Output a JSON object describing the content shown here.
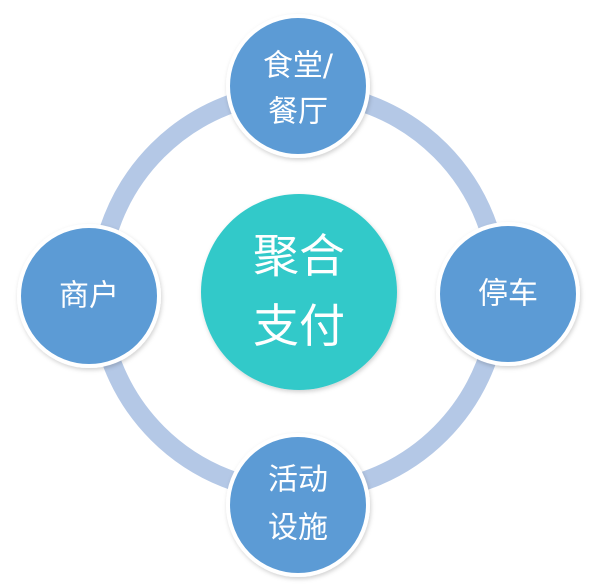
{
  "center": {
    "label_line1": "聚合",
    "label_line2": "支付",
    "color": "#33c9c9"
  },
  "nodes": [
    {
      "key": "top",
      "line1": "食堂/",
      "line2": "餐厅"
    },
    {
      "key": "right",
      "line1": "停车",
      "line2": ""
    },
    {
      "key": "bottom",
      "line1": "活动",
      "line2": "设施"
    },
    {
      "key": "left",
      "line1": "商户",
      "line2": ""
    }
  ],
  "colors": {
    "ring": "#b4c8e6",
    "node_fill": "#5b9bd5",
    "node_stroke": "#ffffff"
  }
}
